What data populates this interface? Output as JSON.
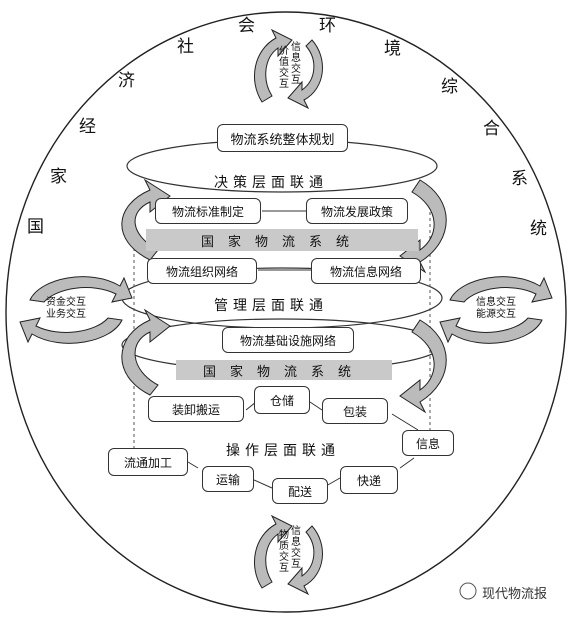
{
  "outer_ring": [
    "社",
    "会",
    "环",
    "境",
    "综",
    "合",
    "系",
    "统",
    "国",
    "家",
    "经",
    "济"
  ],
  "top_plan": "物流系统整体规划",
  "layers": {
    "decision": "决策层面联通",
    "management": "管理层面联通",
    "operation": "操作层面联通"
  },
  "national_band": "国家物流系统",
  "decision_boxes": {
    "standards": "物流标准制定",
    "policy": "物流发展政策"
  },
  "network_boxes": {
    "organization": "物流组织网络",
    "information": "物流信息网络"
  },
  "infra_box": "物流基础设施网络",
  "operation_boxes": {
    "handling": "装卸搬运",
    "storage": "仓储",
    "packaging": "包装",
    "information": "信息",
    "processing": "流通加工",
    "transport": "运输",
    "delivery": "配送",
    "express": "快递"
  },
  "exchanges": {
    "top": [
      "价",
      "值",
      "交",
      "互"
    ],
    "top2": [
      "信",
      "息",
      "交",
      "互"
    ],
    "bottom": [
      "物",
      "质",
      "交",
      "互"
    ],
    "bottom2": [
      "信",
      "息",
      "交",
      "互"
    ],
    "left_line1": "资金交互",
    "left_line2": "业务交互",
    "right_line1": "信息交互",
    "right_line2": "能源交互"
  },
  "brand": "现代物流报"
}
